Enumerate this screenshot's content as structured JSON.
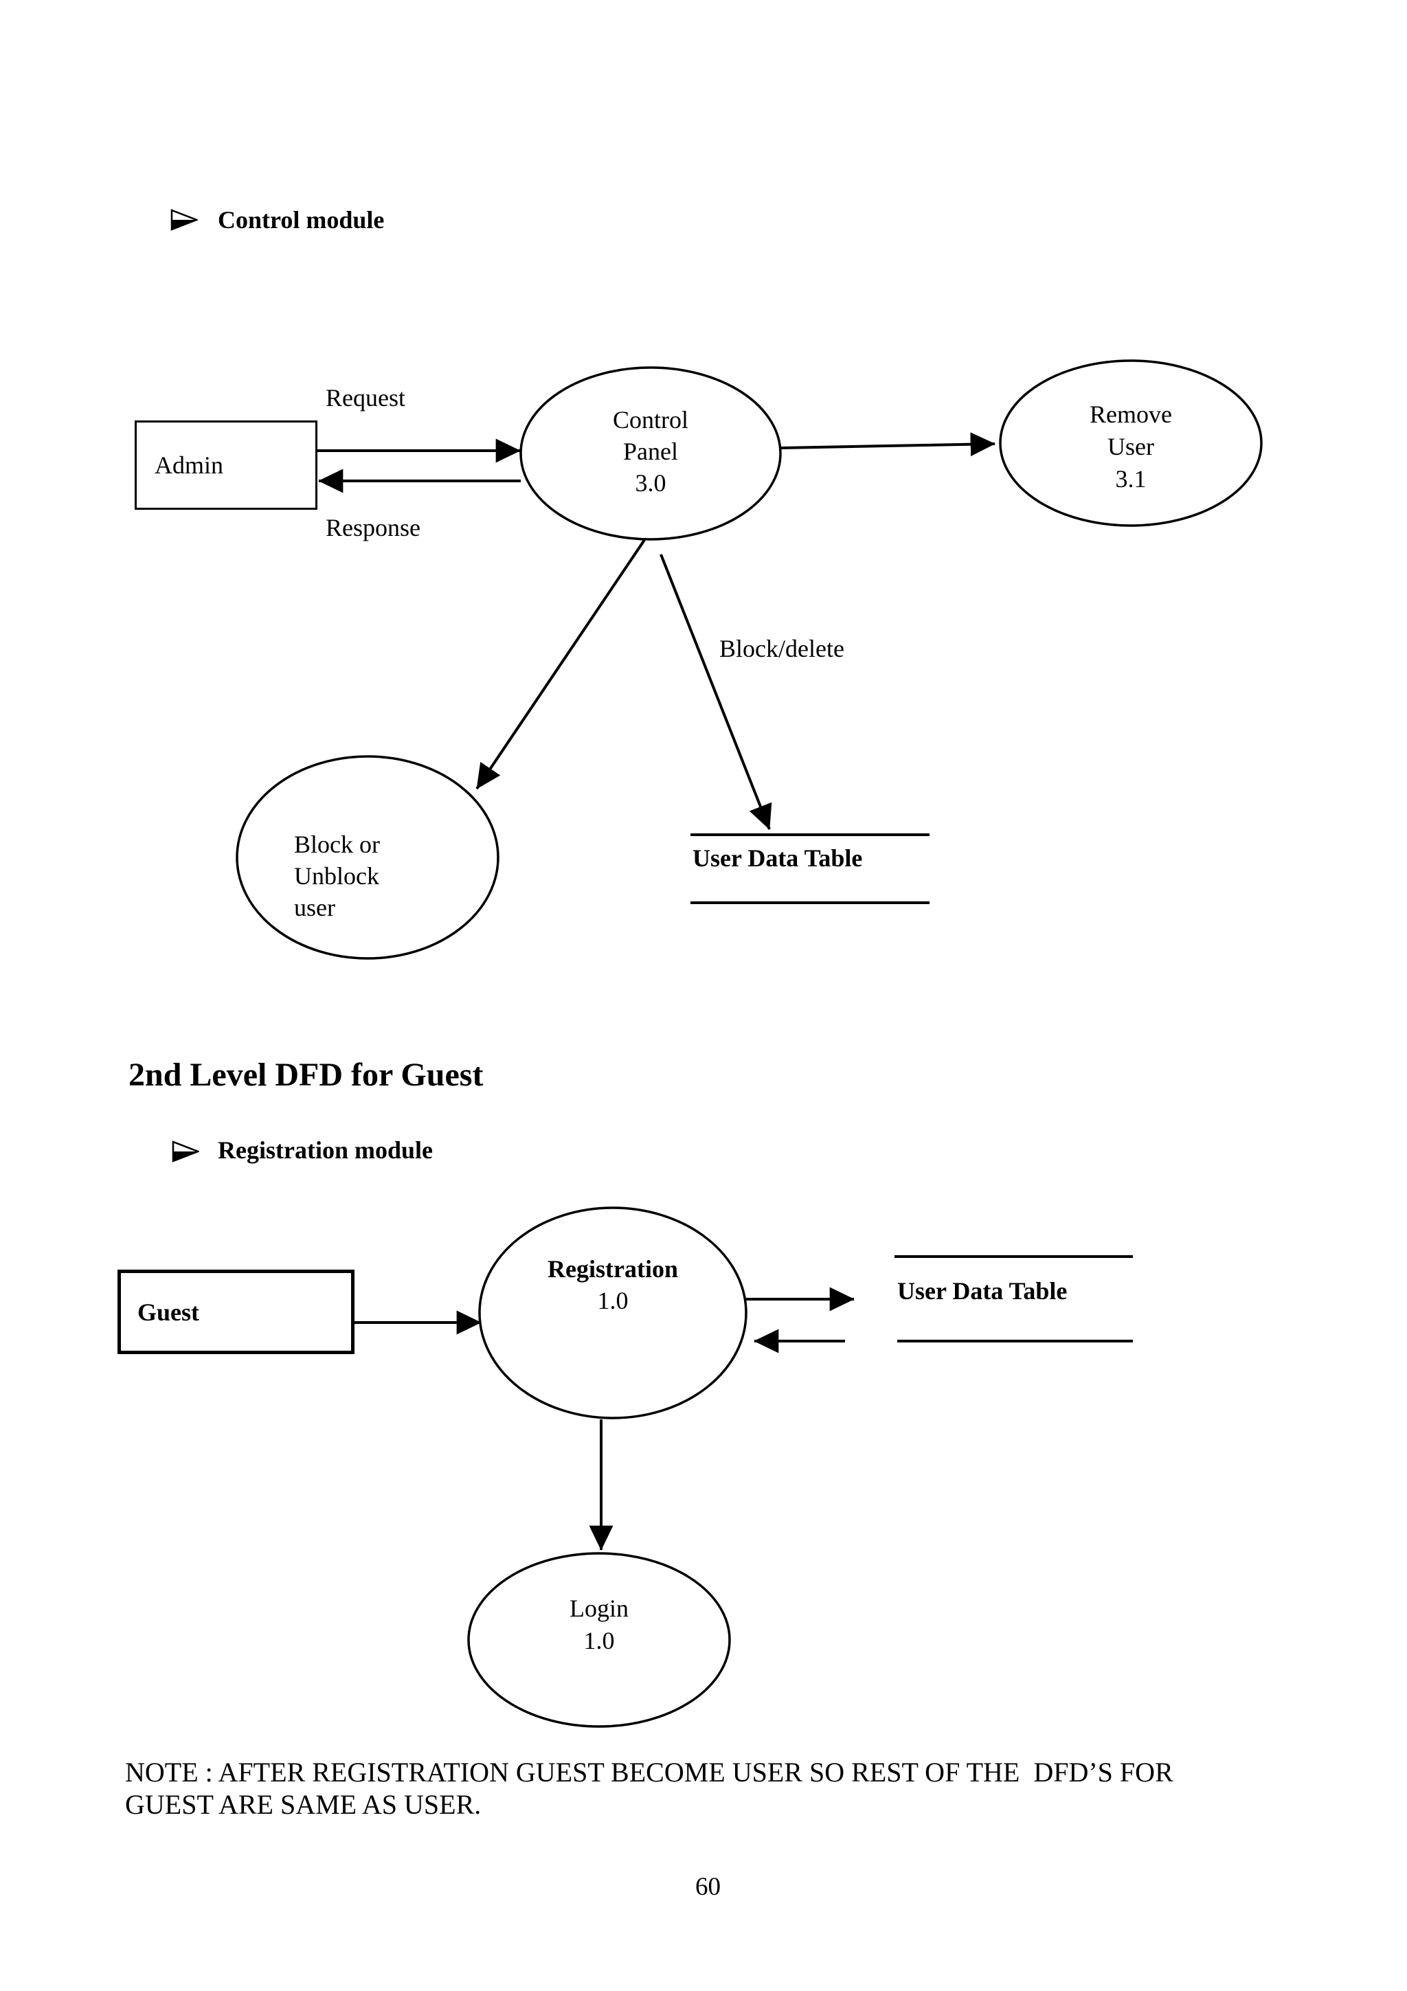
{
  "sections": {
    "control_module": {
      "bullet_title": "Control module"
    },
    "guest_dfd": {
      "heading": "2nd Level DFD for Guest",
      "bullet_title": "Registration module"
    }
  },
  "diagram1": {
    "admin": "Admin",
    "request": "Request",
    "response": "Response",
    "control_panel_l1": "Control",
    "control_panel_l2": "Panel",
    "control_panel_l3": "3.0",
    "remove_user_l1": "Remove",
    "remove_user_l2": "User",
    "remove_user_l3": "3.1",
    "block_delete": "Block/delete",
    "block_unblock_l1": "Block or",
    "block_unblock_l2": "Unblock",
    "block_unblock_l3": "user",
    "user_data_table": "User Data Table"
  },
  "diagram2": {
    "guest": "Guest",
    "registration_l1": "Registration",
    "registration_l2": "1.0",
    "user_data_table": "User Data Table",
    "login_l1": "Login",
    "login_l2": "1.0"
  },
  "note_line1": "NOTE : AFTER REGISTRATION GUEST BECOME USER SO REST OF THE  DFD’S FOR",
  "note_line2": "GUEST ARE SAME AS USER.",
  "page_number": "60",
  "colors": {
    "ink": "#000000",
    "paper": "#ffffff"
  }
}
